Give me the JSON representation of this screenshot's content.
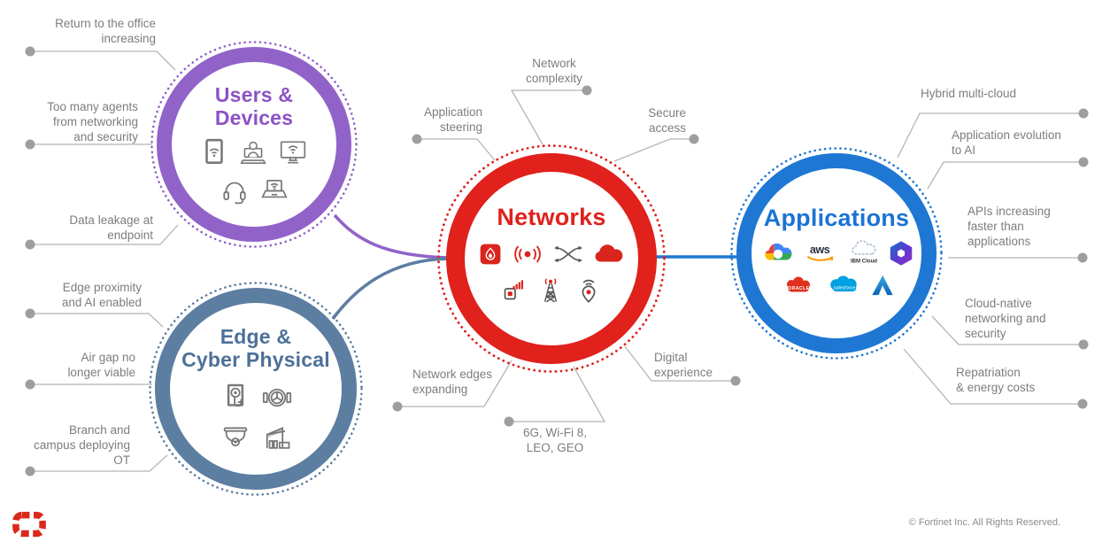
{
  "circles": {
    "users": {
      "title": [
        "Users &",
        "Devices"
      ],
      "color": "#9163c8",
      "title_color": "#8d52c6",
      "icons": [
        "tablet-wifi",
        "video-call-user",
        "monitor-wifi",
        "headset",
        "laptop-wifi"
      ]
    },
    "edge": {
      "title": [
        "Edge &",
        "Cyber Physical"
      ],
      "color": "#5c7ea1",
      "title_color": "#4d7098",
      "icons": [
        "control-panel",
        "industrial-valve",
        "dome-camera",
        "warehouse"
      ]
    },
    "networks": {
      "title": [
        "Networks"
      ],
      "color": "#e0211c",
      "title_color": "#e0211c",
      "icons": [
        "firewall",
        "wireless-signal",
        "traffic-switching",
        "cloud",
        "cellular-modem",
        "radio-tower",
        "location-wifi"
      ]
    },
    "applications": {
      "title": [
        "Applications"
      ],
      "color": "#1e77d3",
      "title_color": "#1b74d4",
      "logos": [
        "google-cloud",
        "aws",
        "ibm-cloud",
        "microsoft-365",
        "oracle",
        "salesforce",
        "azure"
      ],
      "labels": {
        "aws": "aws",
        "ibm_cloud": "IBM Cloud",
        "oracle": "ORACLE",
        "salesforce": "salesforce"
      }
    }
  },
  "callouts": {
    "return_office": {
      "lines": [
        "Return to the office",
        "increasing"
      ]
    },
    "too_many_agents": {
      "lines": [
        "Too many agents",
        "from networking",
        "and security"
      ]
    },
    "data_leakage": {
      "lines": [
        "Data leakage at",
        "endpoint"
      ]
    },
    "edge_proximity": {
      "lines": [
        "Edge proximity",
        "and AI enabled"
      ]
    },
    "air_gap": {
      "lines": [
        "Air gap no",
        "longer viable"
      ]
    },
    "branch_campus": {
      "lines": [
        "Branch and",
        "campus deploying",
        "OT"
      ]
    },
    "application_steering": {
      "lines": [
        "Application",
        "steering"
      ]
    },
    "network_complexity": {
      "lines": [
        "Network",
        "complexity"
      ]
    },
    "secure_access": {
      "lines": [
        "Secure",
        "access"
      ]
    },
    "network_edges": {
      "lines": [
        "Network edges",
        "expanding"
      ]
    },
    "six_g": {
      "lines": [
        "6G, Wi-Fi 8,",
        "LEO, GEO"
      ]
    },
    "digital_experience": {
      "lines": [
        "Digital",
        "experience"
      ]
    },
    "hybrid_cloud": {
      "lines": [
        "Hybrid multi-cloud"
      ]
    },
    "app_evolution": {
      "lines": [
        "Application evolution",
        "to AI"
      ]
    },
    "apis_increasing": {
      "lines": [
        "APIs increasing",
        "faster than",
        "applications"
      ]
    },
    "cloud_native": {
      "lines": [
        "Cloud-native",
        "networking and",
        "security"
      ]
    },
    "repatriation": {
      "lines": [
        "Repatriation",
        "& energy costs"
      ]
    }
  },
  "footer": {
    "copyright": "© Fortinet Inc. All Rights Reserved."
  }
}
